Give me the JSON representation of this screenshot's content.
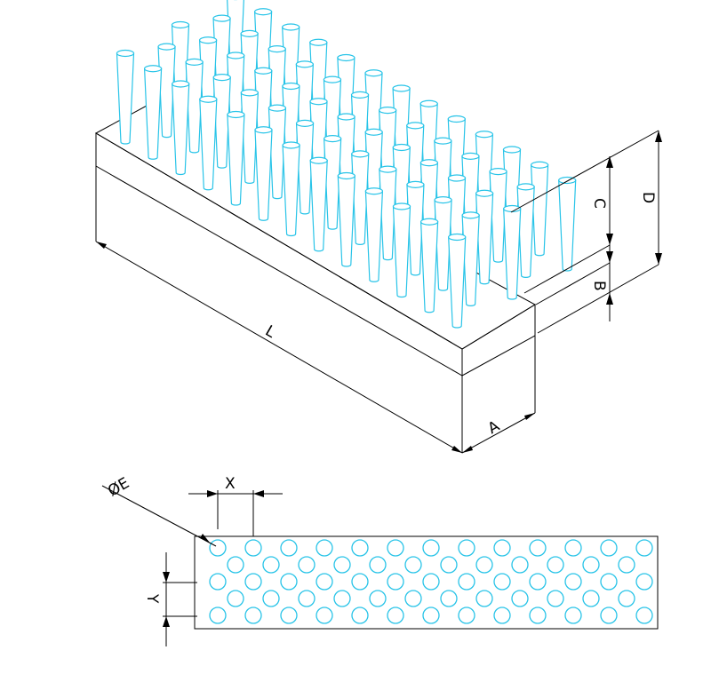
{
  "labels": {
    "length": "L",
    "width": "A",
    "base_height": "B",
    "pin_height": "C",
    "total_height": "D",
    "diameter": "ØE",
    "pitch_x": "X",
    "pitch_y": "Y"
  },
  "colors": {
    "line": "#000000",
    "pin": "#29c4e8",
    "background": "#ffffff"
  },
  "pin_array": {
    "rows": 5,
    "pins_per_row": [
      13,
      12,
      13,
      12,
      13
    ]
  }
}
